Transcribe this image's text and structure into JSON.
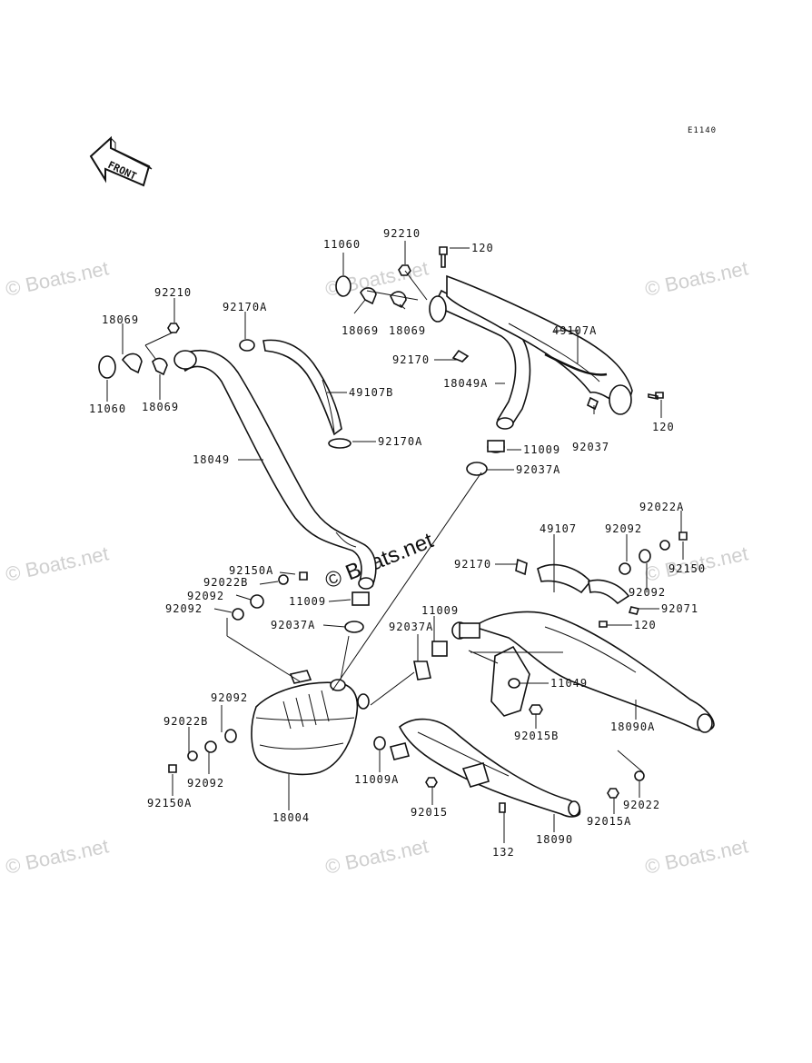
{
  "diagram_code": "E1140",
  "front_label": "FRONT",
  "watermark": "© Boats.net",
  "center_watermark": "© Boats.net",
  "labels": {
    "l11060a": "11060",
    "l92210a": "92210",
    "l120a": "120",
    "l18069a": "18069",
    "l18069b": "18069",
    "l49107a": "49107A",
    "l92170a": "92170",
    "l18049a": "18049A",
    "l92037a": "92037",
    "l120b": "120",
    "l11009a": "11009",
    "l92037aA": "92037A",
    "l92210b": "92210",
    "l18069c": "18069",
    "l92170aA": "92170A",
    "l11060b": "11060",
    "l18069d": "18069",
    "l49107b": "49107B",
    "l92170aB": "92170A",
    "l18049": "18049",
    "l92150aA": "92150A",
    "l92022bA": "92022B",
    "l92092a": "92092",
    "l92092b": "92092",
    "l11009b": "11009",
    "l92037aB": "92037A",
    "l92022a": "92022A",
    "l92092c": "92092",
    "l92150": "92150",
    "l49107": "49107",
    "l92170b": "92170",
    "l92092d": "92092",
    "l92071": "92071",
    "l120c": "120",
    "l11009c": "11009",
    "l92037aC": "92037A",
    "l11049": "11049",
    "l92015b": "92015B",
    "l18090a": "18090A",
    "l92092e": "92092",
    "l92022bB": "92022B",
    "l92092f": "92092",
    "l92150aB": "92150A",
    "l18004": "18004",
    "l11009a2": "11009A",
    "l92015": "92015",
    "l132": "132",
    "l18090": "18090",
    "l92015a": "92015A",
    "l92022": "92022"
  }
}
